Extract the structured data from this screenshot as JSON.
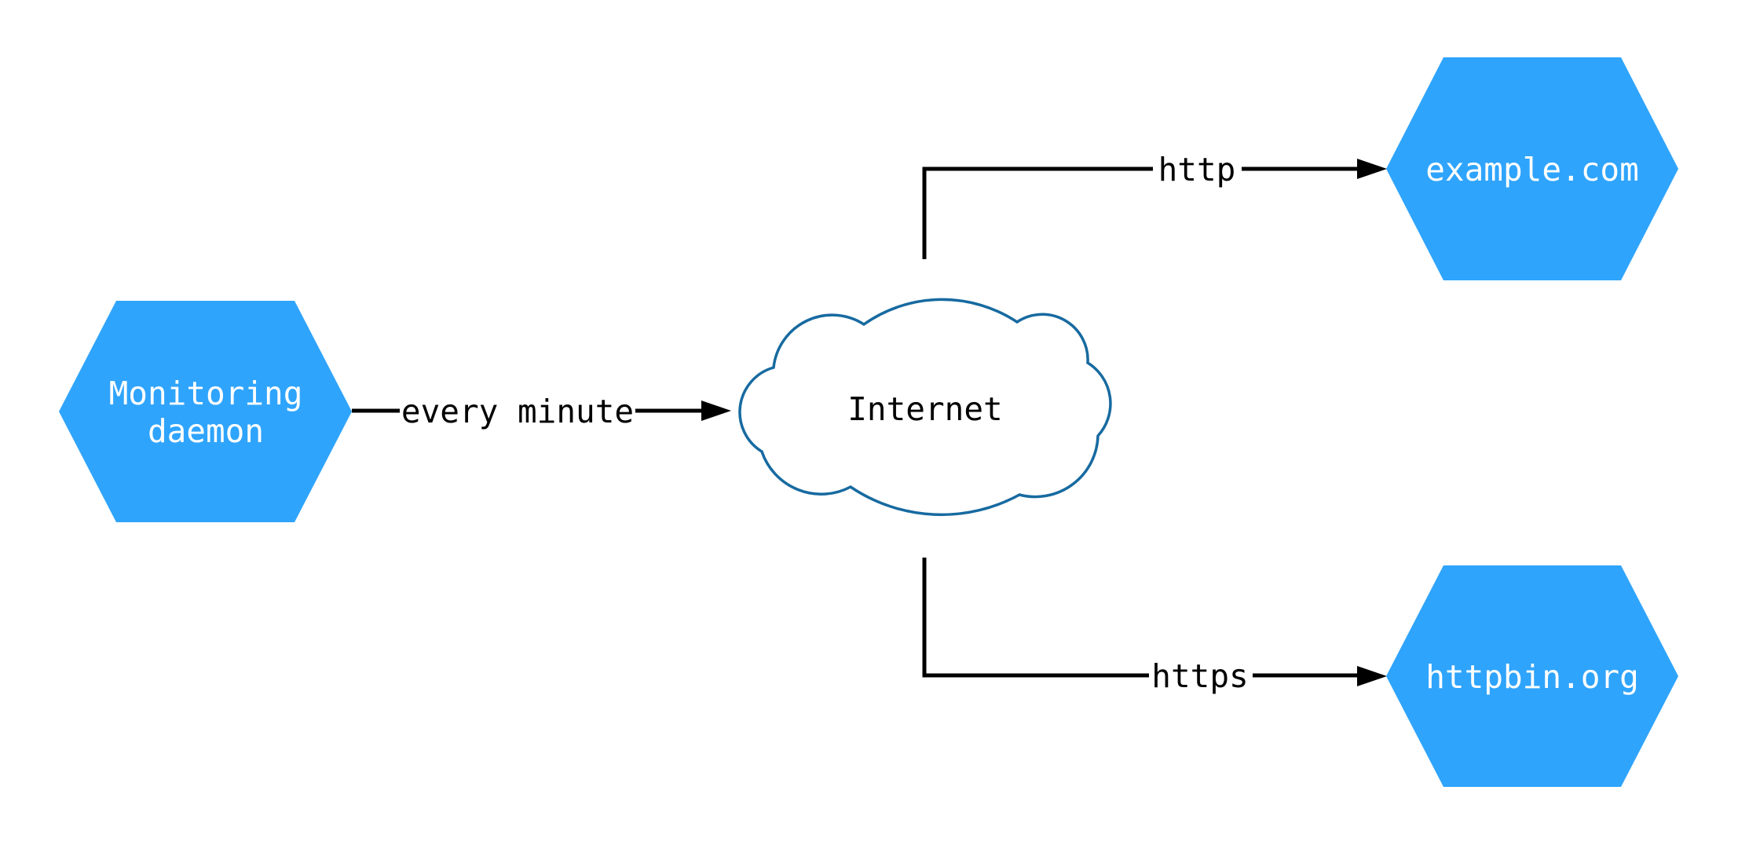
{
  "colors": {
    "background": "#ffffff",
    "node_fill": "#2fa4fc",
    "node_text": "#ffffff",
    "cloud_fill": "#ffffff",
    "cloud_stroke": "#176aa0",
    "edge_stroke": "#000000",
    "edge_label_text": "#000000",
    "cloud_text": "#000000"
  },
  "nodes": {
    "monitoring_daemon": {
      "shape": "hexagon",
      "label_line1": "Monitoring",
      "label_line2": "daemon"
    },
    "internet": {
      "shape": "cloud",
      "label": "Internet"
    },
    "example_com": {
      "shape": "hexagon",
      "label": "example.com"
    },
    "httpbin_org": {
      "shape": "hexagon",
      "label": "httpbin.org"
    }
  },
  "edges": {
    "monitoring_to_internet": {
      "label": "every minute"
    },
    "internet_to_example_com": {
      "label": "http"
    },
    "internet_to_httpbin_org": {
      "label": "https"
    }
  }
}
